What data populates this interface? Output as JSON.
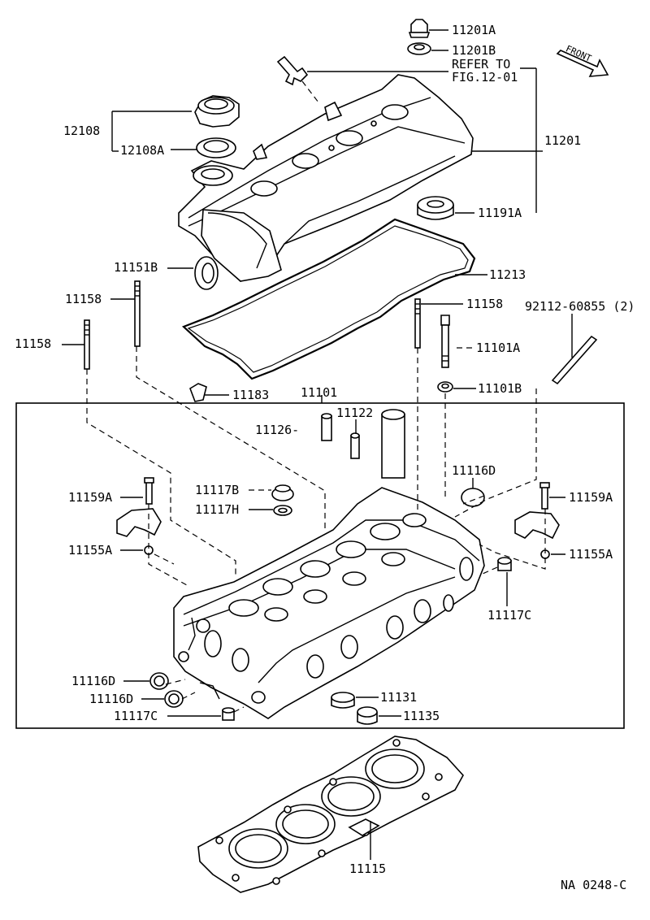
{
  "refer_note": {
    "line1": "REFER TO",
    "line2": "FIG.12-01"
  },
  "front_label": "FRONT",
  "figure_code": "NA 0248-C",
  "labels": {
    "p11201A": "11201A",
    "p11201B": "11201B",
    "p12108": "12108",
    "p12108A": "12108A",
    "p11201": "11201",
    "p11191A": "11191A",
    "p11151B": "11151B",
    "p11213": "11213",
    "p11158_a": "11158",
    "p11158_b": "11158",
    "p11158_c": "11158",
    "p92112": "92112-60855 (2)",
    "p11101A": "11101A",
    "p11101B": "11101B",
    "p11183": "11183",
    "p11101": "11101",
    "p11126": "11126-",
    "p11122": "11122",
    "p11116D_top": "11116D",
    "p11159A_left": "11159A",
    "p11117B": "11117B",
    "p11117H": "11117H",
    "p11159A_right": "11159A",
    "p11155A_left": "11155A",
    "p11155A_right": "11155A",
    "p11117C_right": "11117C",
    "p11116D_a": "11116D",
    "p11116D_b": "11116D",
    "p11131": "11131",
    "p11117C_left": "11117C",
    "p11135": "11135",
    "p11115": "11115"
  }
}
